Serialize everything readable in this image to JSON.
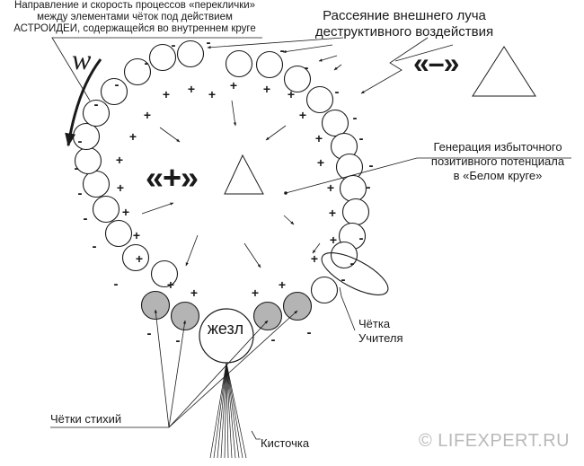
{
  "captions": {
    "direction_line1": "Направление и скорость процессов «переклички»",
    "direction_line2": "между элементами чёток под действием",
    "direction_line3": "АСТРОИДЕИ, содержащейся во внутреннем круге",
    "scatter_line1": "Рассеяние внешнего луча",
    "scatter_line2": "деструктивного воздействия",
    "generation_line1": "Генерация избыточного",
    "generation_line2": "позитивного потенциала",
    "generation_line3": "в «Белом круге»",
    "teacher_line1": "Чётка",
    "teacher_line2": "Учителя",
    "elements": "Чётки стихий",
    "tassel": "Кисточка",
    "copyright": "© LIFEXPERT.RU"
  },
  "symbols": {
    "minus": "«–»",
    "plus": "«+»",
    "rod": "жезл",
    "w": "w"
  },
  "signs": {
    "plus": "+",
    "minus": "-"
  },
  "colors": {
    "line": "#1a1a1a",
    "element_bead_fill": "#b4b4b4",
    "bead_fill": "#ffffff",
    "copyright": "#b9b9b9"
  }
}
